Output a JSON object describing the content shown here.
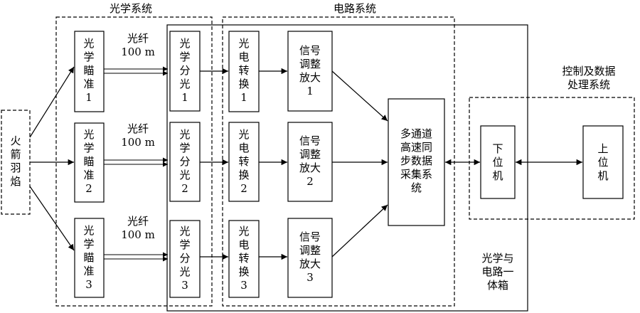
{
  "groups": {
    "optical_system": "光学系统",
    "circuit_system": "电路系统",
    "control_system": "控制及数据\n处理系统",
    "integrated_box": "光学与\n电路一\n体箱"
  },
  "rocket_plume": "火\n箭\n羽\n焰",
  "channels": [
    {
      "aim": "光\n学\n瞄\n准\n1",
      "fiber": "光纤\n100 m",
      "split": "光\n学\n分\n光\n1",
      "pe": "光\n电\n转\n换\n1",
      "amp": "信号\n调整\n放大\n1"
    },
    {
      "aim": "光\n学\n瞄\n准\n2",
      "fiber": "光纤\n100 m",
      "split": "光\n学\n分\n光\n2",
      "pe": "光\n电\n转\n换\n2",
      "amp": "信号\n调整\n放大\n2"
    },
    {
      "aim": "光\n学\n瞄\n准\n3",
      "fiber": "光纤\n100 m",
      "split": "光\n学\n分\n光\n3",
      "pe": "光\n电\n转\n换\n3",
      "amp": "信号\n调整\n放大\n3"
    }
  ],
  "daq": "多通道\n高速同\n步数据\n采集系\n统",
  "lower_computer": "下\n位\n机",
  "upper_computer": "上\n位\n机",
  "colors": {
    "stroke": "#000000",
    "background": "#ffffff"
  }
}
